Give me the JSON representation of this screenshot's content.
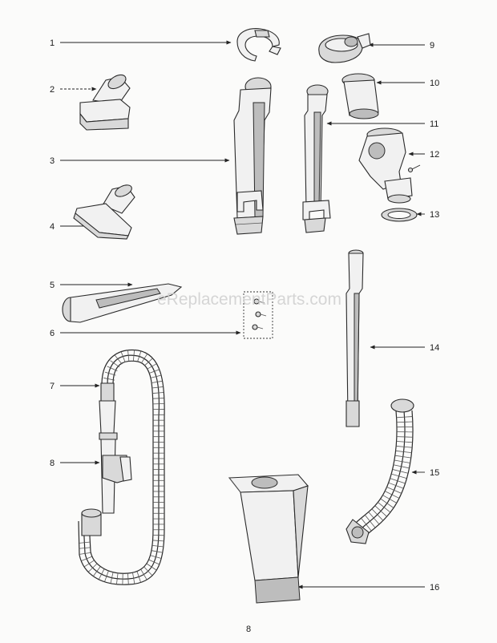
{
  "diagram": {
    "callouts": [
      {
        "id": 1,
        "label": "1"
      },
      {
        "id": 2,
        "label": "2"
      },
      {
        "id": 3,
        "label": "3"
      },
      {
        "id": 4,
        "label": "4"
      },
      {
        "id": 5,
        "label": "5"
      },
      {
        "id": 6,
        "label": "6"
      },
      {
        "id": 7,
        "label": "7"
      },
      {
        "id": 8,
        "label": "8"
      },
      {
        "id": 9,
        "label": "9"
      },
      {
        "id": 10,
        "label": "10"
      },
      {
        "id": 11,
        "label": "11"
      },
      {
        "id": 12,
        "label": "12"
      },
      {
        "id": 13,
        "label": "13"
      },
      {
        "id": 14,
        "label": "14"
      },
      {
        "id": 15,
        "label": "15"
      },
      {
        "id": 16,
        "label": "16"
      }
    ],
    "watermark": "eReplacementParts.com",
    "page_number": "8"
  }
}
